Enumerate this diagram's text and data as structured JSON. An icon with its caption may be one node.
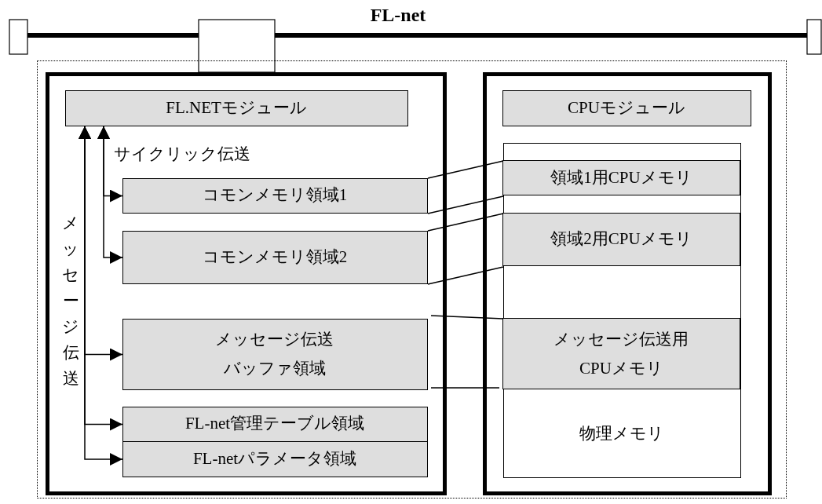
{
  "diagram": {
    "title": "FL-net",
    "nodes": [
      {
        "text": [],
        "shape": "box"
      },
      {
        "text": [],
        "shape": "box",
        "in": 0
      },
      {
        "text": [
          "FL.NETモジュール"
        ],
        "in": 1
      },
      {
        "text": [
          "コモンメモリ領域1"
        ],
        "in": 1
      },
      {
        "text": [
          "コモンメモリ領域2"
        ],
        "in": 1
      },
      {
        "text": [
          "メッセージ伝送バッファ領域"
        ],
        "in": 1
      },
      {
        "text": [
          "FL-net管理テーブル領域"
        ],
        "in": 1
      },
      {
        "text": [
          "FL-netパラメータ領域"
        ],
        "in": 1
      },
      {
        "text": [],
        "shape": "box",
        "in": 0
      },
      {
        "text": [
          "CPUモジュール"
        ],
        "in": 8
      },
      {
        "text": [
          "物理メモリ"
        ],
        "in": 8
      },
      {
        "text": [
          "領域1用CPUメモリ"
        ],
        "in": 10
      },
      {
        "text": [
          "領域2用CPUメモリ"
        ],
        "in": 10
      },
      {
        "text": [
          "メッセージ伝送用CPUメモリ"
        ],
        "in": 10
      }
    ],
    "edges": [
      {
        "from": 2,
        "to": 3,
        "arrow": "both",
        "label": "サイクリック伝送"
      },
      {
        "from": 2,
        "to": 4,
        "arrow": "both"
      },
      {
        "from": 2,
        "to": 5,
        "arrow": "both",
        "label": "メッセージ伝送"
      },
      {
        "from": 2,
        "to": 6,
        "arrow": "both"
      },
      {
        "from": 2,
        "to": 7,
        "arrow": "both"
      },
      {
        "from": 3,
        "to": 11,
        "arrow": "none"
      },
      {
        "from": 4,
        "to": 12,
        "arrow": "none"
      },
      {
        "from": 5,
        "to": 13,
        "arrow": "none"
      }
    ]
  }
}
